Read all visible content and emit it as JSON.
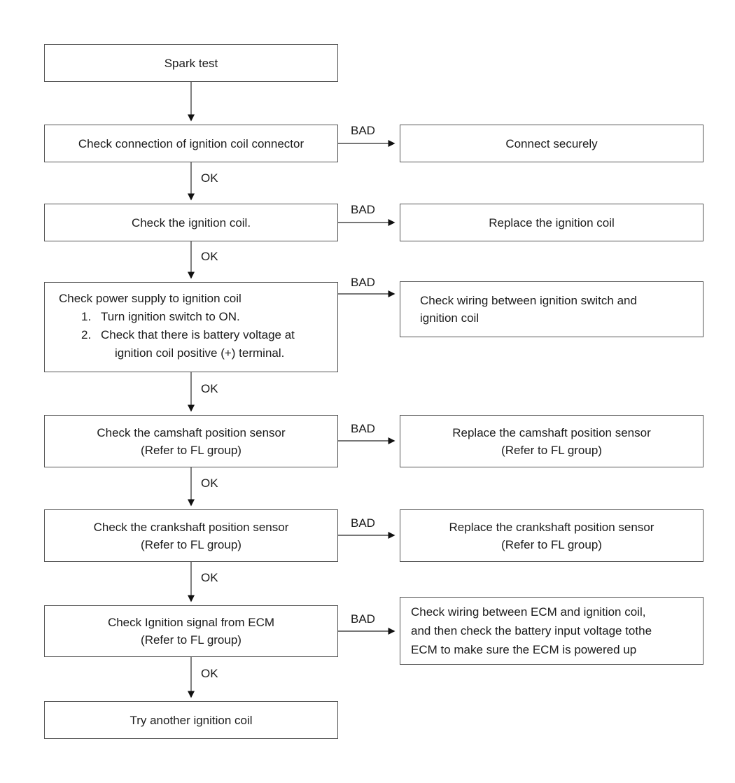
{
  "labels": {
    "ok": "OK",
    "bad": "BAD"
  },
  "colors": {
    "background": "#ffffff",
    "box_border": "#555555",
    "line": "#4a4a4a",
    "arrowhead": "#111111",
    "text": "#1c1c1c"
  },
  "nodes": {
    "spark_test": {
      "label": "Spark test"
    },
    "check_connection": {
      "label": "Check connection of ignition coil connector"
    },
    "connect_securely": {
      "label": "Connect securely"
    },
    "check_ignition_coil": {
      "label": "Check the ignition coil."
    },
    "replace_ignition_coil": {
      "label": "Replace the ignition coil"
    },
    "check_power_supply": {
      "title": "Check power supply to ignition coil",
      "steps": [
        {
          "num": "1.",
          "text": "Turn ignition switch to ON."
        },
        {
          "num": "2.",
          "text": "Check that there is battery voltage at",
          "cont": "ignition coil positive (+) terminal."
        }
      ]
    },
    "check_wiring_switch": {
      "lines": [
        "Check wiring between ignition switch and",
        "ignition coil"
      ]
    },
    "check_camshaft": {
      "lines": [
        "Check the camshaft position sensor",
        "(Refer to FL group)"
      ]
    },
    "replace_camshaft": {
      "lines": [
        "Replace the camshaft position sensor",
        "(Refer to FL group)"
      ]
    },
    "check_crankshaft": {
      "lines": [
        "Check the crankshaft position sensor",
        "(Refer to FL group)"
      ]
    },
    "replace_crankshaft": {
      "lines": [
        "Replace the crankshaft position sensor",
        "(Refer to FL group)"
      ]
    },
    "check_ecm_signal": {
      "lines": [
        "Check Ignition signal from ECM",
        "(Refer to FL group)"
      ]
    },
    "check_wiring_ecm": {
      "lines": [
        "Check wiring between ECM and ignition coil,",
        "and then check the battery input voltage tothe",
        "ECM to make sure the ECM is powered up"
      ]
    },
    "try_another_coil": {
      "label": "Try another ignition coil"
    }
  }
}
